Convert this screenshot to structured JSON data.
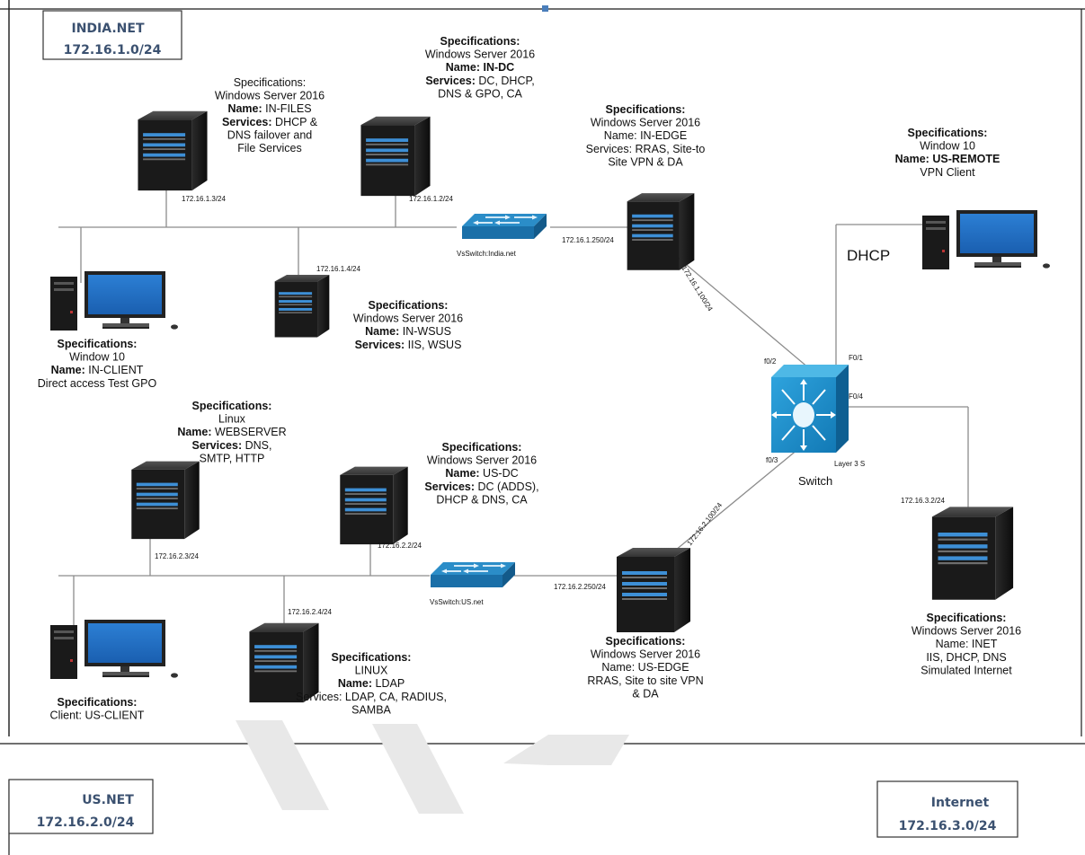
{
  "networks": {
    "india": {
      "name": "INDIA.NET",
      "subnet": "172.16.1.0/24"
    },
    "us": {
      "name": "US.NET",
      "subnet": "172.16.2.0/24"
    },
    "internet": {
      "name": "Internet",
      "subnet": "172.16.3.0/24"
    }
  },
  "servers": {
    "in_files": {
      "ip": "172.16.1.3/24",
      "lines": [
        {
          "label": "",
          "value": "Specifications:"
        },
        {
          "label": "",
          "value": "Windows Server 2016"
        },
        {
          "label": "Name:",
          "value": " IN-FILES"
        },
        {
          "label": "Services:",
          "value": " DHCP &"
        },
        {
          "label": "",
          "value": "DNS failover and"
        },
        {
          "label": "",
          "value": "File Services"
        }
      ]
    },
    "in_dc": {
      "ip": "172.16.1.2/24",
      "lines": [
        {
          "label": "Specifications:",
          "value": ""
        },
        {
          "label": "",
          "value": "Windows Server 2016"
        },
        {
          "label": "Name:",
          "value": " IN-DC",
          "bold_value": true
        },
        {
          "label": "Services:",
          "value": " DC, DHCP,"
        },
        {
          "label": "",
          "value": "DNS & GPO, CA"
        }
      ]
    },
    "in_edge": {
      "ip": "172.16.1.250/24",
      "uplink_ip": "172.16.1.100/24",
      "lines": [
        {
          "label": "Specifications:",
          "value": ""
        },
        {
          "label": "",
          "value": "Windows Server 2016"
        },
        {
          "label": "",
          "value": "Name: IN-EDGE"
        },
        {
          "label": "",
          "value": "Services: RRAS, Site-to"
        },
        {
          "label": "",
          "value": "Site VPN & DA"
        }
      ]
    },
    "in_wsus": {
      "ip": "172.16.1.4/24",
      "lines": [
        {
          "label": "Specifications:",
          "value": ""
        },
        {
          "label": "",
          "value": "Windows Server 2016"
        },
        {
          "label": "Name:",
          "value": " IN-WSUS"
        },
        {
          "label": "Services:",
          "value": " IIS, WSUS"
        }
      ]
    },
    "webserver": {
      "ip": "172.16.2.3/24",
      "lines": [
        {
          "label": "Specifications:",
          "value": ""
        },
        {
          "label": "",
          "value": "Linux"
        },
        {
          "label": "Name:",
          "value": " WEBSERVER"
        },
        {
          "label": "Services:",
          "value": " DNS,"
        },
        {
          "label": "",
          "value": "SMTP, HTTP"
        }
      ]
    },
    "us_dc": {
      "ip": "172.16.2.2/24",
      "lines": [
        {
          "label": "Specifications:",
          "value": ""
        },
        {
          "label": "",
          "value": "Windows Server 2016"
        },
        {
          "label": "Name:",
          "value": " US-DC"
        },
        {
          "label": "Services:",
          "value": " DC (ADDS),"
        },
        {
          "label": "",
          "value": "DHCP & DNS, CA"
        }
      ]
    },
    "ldap": {
      "ip": "172.16.2.4/24",
      "lines": [
        {
          "label": "Specifications:",
          "value": ""
        },
        {
          "label": "",
          "value": "LINUX"
        },
        {
          "label": "Name:",
          "value": " LDAP"
        },
        {
          "label": "",
          "value": "Services: LDAP, CA, RADIUS,"
        },
        {
          "label": "",
          "value": "SAMBA"
        }
      ]
    },
    "us_edge": {
      "ip": "172.16.2.250/24",
      "uplink_ip": "172.16.2.100/24",
      "lines": [
        {
          "label": "Specifications:",
          "value": ""
        },
        {
          "label": "",
          "value": "Windows Server 2016"
        },
        {
          "label": "",
          "value": "Name: US-EDGE"
        },
        {
          "label": "",
          "value": "RRAS, Site to site VPN"
        },
        {
          "label": "",
          "value": "& DA"
        }
      ]
    },
    "inet": {
      "ip": "172.16.3.2/24",
      "lines": [
        {
          "label": "Specifications:",
          "value": ""
        },
        {
          "label": "",
          "value": "Windows Server 2016"
        },
        {
          "label": "",
          "value": "Name: INET"
        },
        {
          "label": "",
          "value": "IIS, DHCP, DNS"
        },
        {
          "label": "",
          "value": "Simulated Internet"
        }
      ]
    }
  },
  "clients": {
    "in_client": {
      "lines": [
        {
          "label": "Specifications:",
          "value": ""
        },
        {
          "label": "",
          "value": "Window 10"
        },
        {
          "label": "Name:",
          "value": " IN-CLIENT"
        },
        {
          "label": "",
          "value": "Direct access Test GPO"
        }
      ]
    },
    "us_client": {
      "lines": [
        {
          "label": "Specifications:",
          "value": ""
        },
        {
          "label": "",
          "value": "Client: US-CLIENT"
        }
      ]
    },
    "us_remote": {
      "lines": [
        {
          "label": "Specifications:",
          "value": ""
        },
        {
          "label": "",
          "value": "Window 10"
        },
        {
          "label": "Name:",
          "value": " US-REMOTE",
          "bold_value": true
        },
        {
          "label": "",
          "value": "VPN Client"
        }
      ]
    }
  },
  "switches": {
    "india": "VsSwitch:India.net",
    "us": "VsSwitch:US.net",
    "layer3_top": "Layer 3 S",
    "layer3_bottom": "Switch"
  },
  "ports": {
    "f0_1": "F0/1",
    "f0_2": "f0/2",
    "f0_3": "f0/3",
    "f0_4": "F0/4"
  },
  "dhcp_label": "DHCP"
}
